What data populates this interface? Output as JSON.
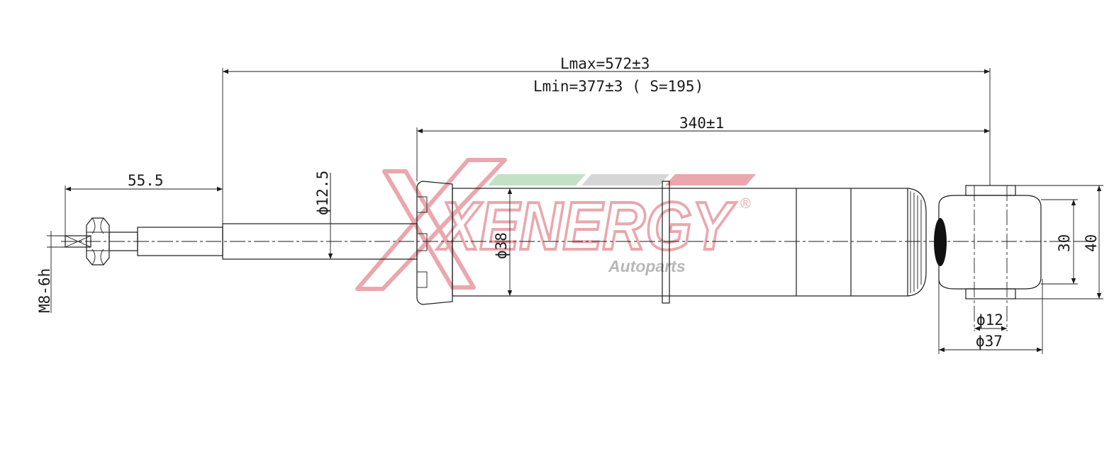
{
  "dimensions": {
    "lmax": "Lmax=572±3",
    "lmin": "Lmin=377±3 ( S=195)",
    "body_length": "340±1",
    "thread_length": "55.5",
    "rod_diameter": "ϕ12.5",
    "body_diameter": "ϕ38",
    "thread_spec": "M8-6h",
    "eye_width": "30",
    "eye_outer_width": "40",
    "bore_diameter": "ϕ12",
    "eye_diameter": "ϕ37"
  },
  "watermark": {
    "brand": "XENERGY",
    "registered": "®",
    "tagline": "Autoparts",
    "red": "#e9a3a9",
    "green": "#bfe0c4",
    "grey": "#b5b5b5"
  }
}
